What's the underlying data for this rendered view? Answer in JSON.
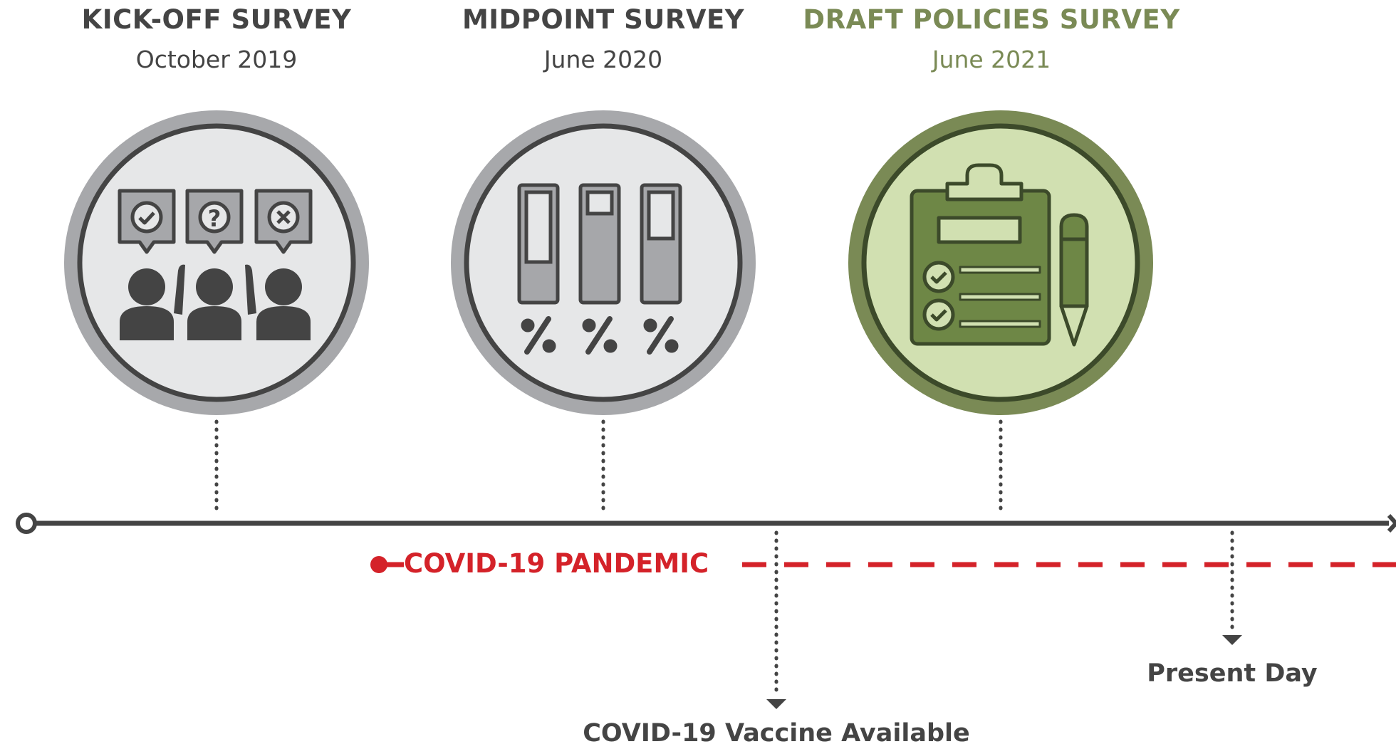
{
  "colors": {
    "dark": "#444444",
    "gray_ring": "#a7a8ab",
    "gray_fill": "#e6e7e8",
    "gray_icon": "#a6a7aa",
    "green": "#7a8a55",
    "green_dark": "#3c4a2a",
    "green_fill": "#d1e0b1",
    "green_icon": "#6e8746",
    "red": "#d42229"
  },
  "surveys": [
    {
      "title": "KICK-OFF SURVEY",
      "date": "October 2019",
      "icon": "people-voting-icon"
    },
    {
      "title": "MIDPOINT SURVEY",
      "date": "June 2020",
      "icon": "percentage-bars-icon"
    },
    {
      "title": "DRAFT POLICIES SURVEY",
      "date": "June 2021",
      "icon": "clipboard-checklist-icon"
    }
  ],
  "pandemic": {
    "label": "COVID-19 PANDEMIC"
  },
  "markers": {
    "vaccine": "COVID-19 Vaccine Available",
    "present": "Present Day"
  }
}
